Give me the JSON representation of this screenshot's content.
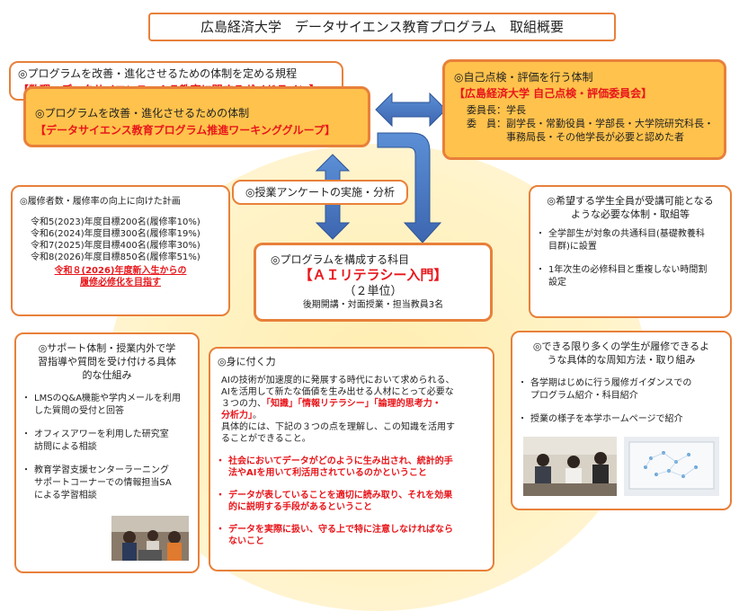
{
  "title": "広島経済大学　データサイエンス教育プログラム　取組概要",
  "rules_box": {
    "line1": "◎プログラムを改善・進化させるための体制を定める規程",
    "line2": "【数理・データサイエンス・ＡＩ教育に関するガイドライン】"
  },
  "wg_box": {
    "line1": "◎プログラムを改善・進化させるための体制",
    "line2": "【データサイエンス教育プログラム推進ワーキンググループ】"
  },
  "eval_box": {
    "line1": "◎自己点検・評価を行う体制",
    "line2": "【広島経済大学 自己点検・評価委員会】",
    "chair": "委員長：学長",
    "members_label": "委　員：",
    "members_1": "副学長・常勤役員・学部長・大学院研究科長・",
    "members_2": "事務局長・その他学長が必要と認めた者"
  },
  "survey_box": {
    "text": "◎授業アンケートの実施・分析"
  },
  "plan_box": {
    "heading": "◎履修者数・履修率の向上に向けた計画",
    "rows": [
      "令和5(2023)年度目標200名(履修率10%)",
      "令和6(2024)年度目標300名(履修率19%)",
      "令和7(2025)年度目標400名(履修率30%)",
      "令和8(2026)年度目標850名(履修率51%)"
    ],
    "goal_1": "令和８(2026)年度新入生からの",
    "goal_2": "履修必修化を目指す"
  },
  "course_box": {
    "heading": "◎プログラムを構成する科目",
    "name": "【ＡＩリテラシー入門】",
    "credits": "（２単位）",
    "detail": "後期開講・対面授業・担当教員3名"
  },
  "hope_box": {
    "heading_1": "◎希望する学生全員が受講可能となる",
    "heading_2": "ような必要な体制・取組等",
    "items": [
      [
        "全学部生が対象の共通科目(基礎教養科",
        "目群)に設置"
      ],
      [
        "1年次生の必修科目と重複しない時間割",
        "設定"
      ]
    ]
  },
  "support_box": {
    "heading_1": "◎サポート体制・授業内外で学",
    "heading_2": "習指導や質問を受け付ける具体",
    "heading_3": "的な仕組み",
    "items": [
      [
        "LMSのQ&A機能や学内メールを利用",
        "した質問の受付と回答"
      ],
      [
        "オフィスアワーを利用した研究室",
        "訪問による相談"
      ],
      [
        "教育学習支援センターラーニング",
        "サポートコーナーでの情報担当SA",
        "による学習相談"
      ]
    ]
  },
  "skills_box": {
    "heading": "◎身に付く力",
    "p1": "AIの技術が加速度的に発展する時代において求められる、",
    "p2": "AIを活用して新たな価値を生み出せる人材にとって必要な",
    "p3_a": "３つの力、",
    "p3_red": "「知識」「情報リテラシー」「論理的思考力・",
    "p4_red": "分析力」",
    "p4_b": "。",
    "p5": "具体的には、下記の３つの点を理解し、この知識を活用す",
    "p6": "ることができること。",
    "points": [
      [
        "社会においてデータがどのように生み出され、統計的手",
        "法やAIを用いて利活用されているのかということ"
      ],
      [
        "データが表していることを適切に読み取り、それを効果",
        "的に説明する手段があるということ"
      ],
      [
        "データを実際に扱い、守る上で特に注意しなければなら",
        "ないこと"
      ]
    ]
  },
  "publicity_box": {
    "heading_1": "◎できる限り多くの学生が履修できるよ",
    "heading_2": "うな具体的な周知方法・取り組み",
    "items": [
      [
        "各学期はじめに行う履修ガイダンスでの",
        "プログラム紹介・科目紹介"
      ],
      [
        "授業の様子を本学ホームページで紹介"
      ]
    ]
  },
  "colors": {
    "orange_border": "#e8803a",
    "orange_fill": "#ffc24c",
    "red_text": "#e8161b",
    "arrow_blue": "#4472c4"
  }
}
